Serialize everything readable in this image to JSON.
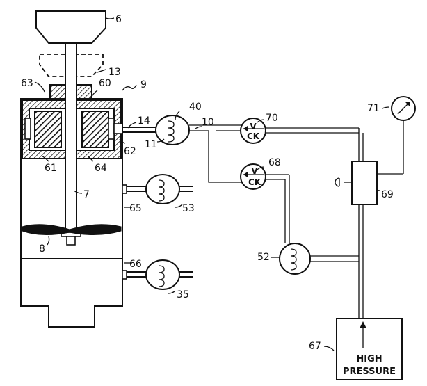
{
  "labels": {
    "l6": "6",
    "l13": "13",
    "l9": "9",
    "l63": "63",
    "l60": "60",
    "l14": "14",
    "l40": "40",
    "l10": "10",
    "l70": "70",
    "l71": "71",
    "l11": "11",
    "l62": "62",
    "l61": "61",
    "l64": "64",
    "l68": "68",
    "l69": "69",
    "l7": "7",
    "l53": "53",
    "l65": "65",
    "l8": "8",
    "l52": "52",
    "l66": "66",
    "l35": "35",
    "l67": "67"
  },
  "valve_text": {
    "v": "V",
    "ck": "CK"
  },
  "tank_text": {
    "line1": "HIGH",
    "line2": "PRESSURE"
  },
  "colors": {
    "ink": "#111111",
    "paper": "#ffffff"
  }
}
